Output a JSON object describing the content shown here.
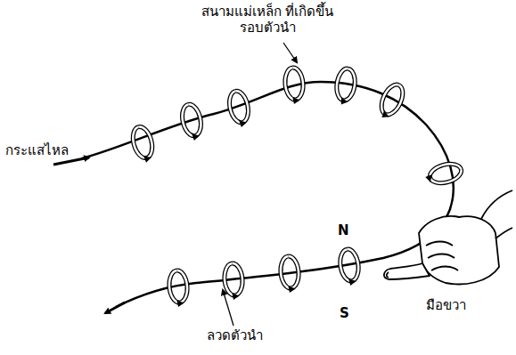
{
  "diagram": {
    "labels": [
      "สนามแม่เหล็ก ที่เกิดขึ้นรอบตัวนำ",
      "กระแสไหล",
      "N",
      "S",
      "มือขวา",
      "ลวดตัวนำ"
    ]
  }
}
